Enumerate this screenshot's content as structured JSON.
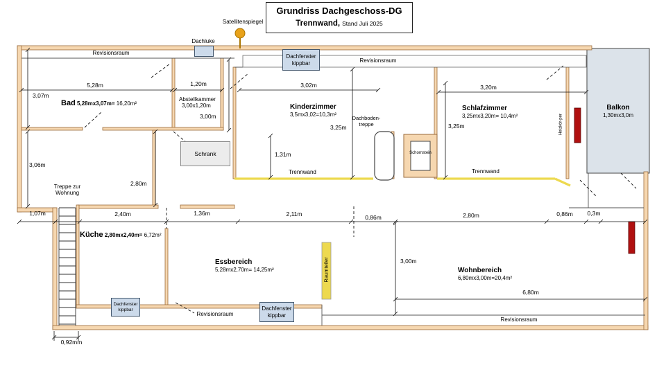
{
  "title": {
    "line1": "Grundriss Dachgeschoss-DG",
    "line2_main": "Trennwand,",
    "line2_note": "Stand Juli 2025"
  },
  "rooms": {
    "bad": {
      "name": "Bad",
      "formula": "5,28mx3,07m=",
      "area": "16,20m²"
    },
    "abstellkammer": {
      "name": "Abstellkammer",
      "formula": "3,00x1,20m"
    },
    "kinderzimmer": {
      "name": "Kinderzimmer",
      "formula": "3,5mx3,02=10,3m²"
    },
    "schlafzimmer": {
      "name": "Schlafzimmer",
      "formula": "3,25mx3,20m= 10,4m²"
    },
    "balkon": {
      "name": "Balkon",
      "formula": "1,30mx3,0m"
    },
    "kueche": {
      "name": "Küche",
      "formula": "2,80mx2,40m=",
      "area": "6,72m²"
    },
    "essbereich": {
      "name": "Essbereich",
      "formula": "5,28mx2,70m= 14,25m²"
    },
    "wohnbereich": {
      "name": "Wohnbereich",
      "formula": "6,80mx3,00m=20,4m²"
    }
  },
  "features": {
    "satellitenspiegel": "Satellitenspiegel",
    "dachluke": "Dachluke",
    "revisionsraum": "Revisionsraum",
    "dachfenster_line1": "Dachfenster",
    "dachfenster_line2": "kippbar",
    "schrank": "Schrank",
    "dachbodentreppe_line1": "Dachboden-",
    "dachbodentreppe_line2": "treppe",
    "schornstein": "Schornstein",
    "trennwand": "Trennwand",
    "treppe_line1": "Treppe zur",
    "treppe_line2": "Wohnung",
    "heizkoerper": "Heizkör-per",
    "raumteiler": "Raumteiler"
  },
  "dimensions": {
    "bad_width": "5,28m",
    "bad_height": "3,07m",
    "abstell_width": "1,20m",
    "kinder_width": "3,02m",
    "schlaf_width": "3,20m",
    "abstell_height": "3,00m",
    "kinder_depth": "3,25m",
    "schlaf_depth": "3,25m",
    "closet": "1,31m",
    "left_mid": "3,06m",
    "corridor": "2,80m",
    "chain_1": "1,07m",
    "chain_2": "2,40m",
    "chain_3": "1,36m",
    "chain_4": "2,11m",
    "chain_5": "0,86m",
    "chain_6": "2,80m",
    "chain_7": "0,86m",
    "chain_8": "0,3m",
    "wohn_height": "3,00m",
    "wohn_width": "6,80m",
    "stairs_width": "0,92mm"
  },
  "colors": {
    "wall_fill": "#f6d7b0",
    "wall_edge": "#9a6a3a",
    "trennwand_yellow": "#edd94f",
    "radiator_red": "#b01010",
    "glass_blue": "#ccdaea",
    "balcony_grey": "#dce3ea",
    "satellite_orange": "#e8a21a"
  }
}
